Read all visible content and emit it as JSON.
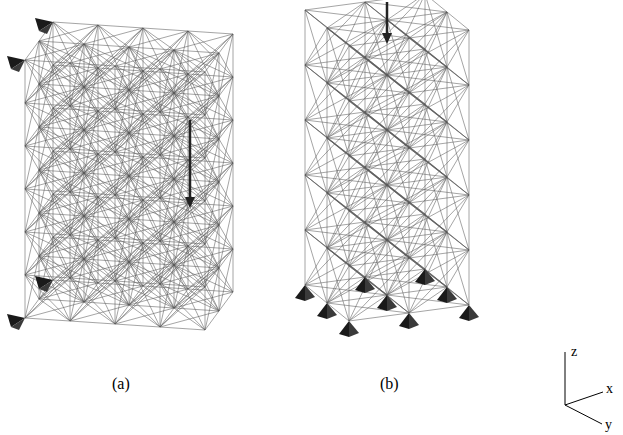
{
  "diagram": {
    "labels": [
      "(a)",
      "(b)",
      "z",
      "x",
      "y"
    ]
  }
}
